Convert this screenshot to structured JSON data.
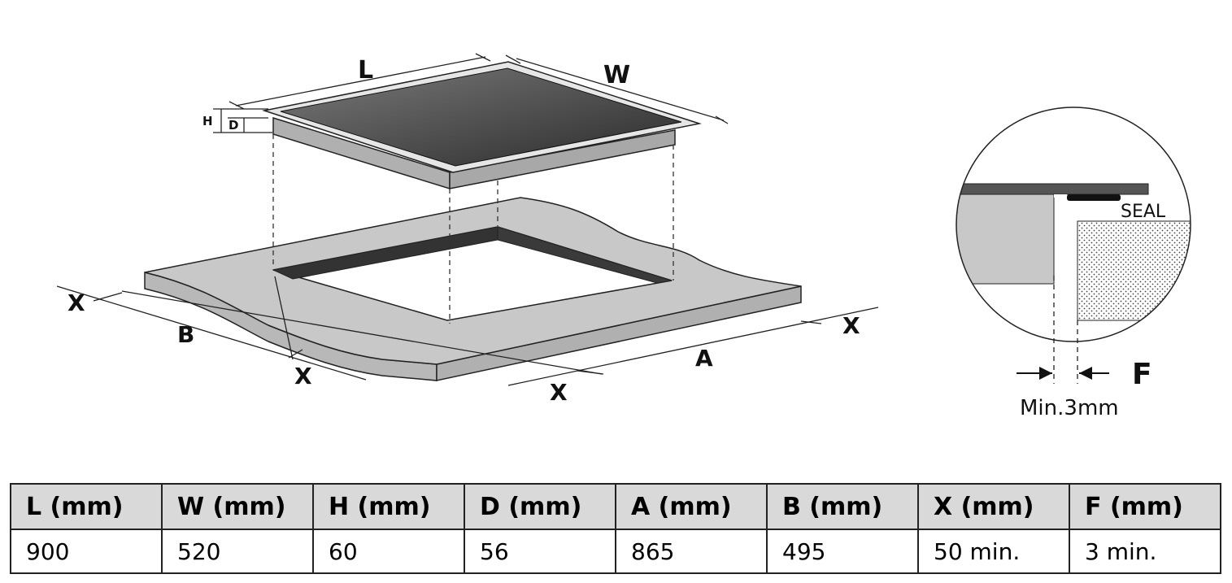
{
  "diagram": {
    "labels": {
      "L": "L",
      "W": "W",
      "H": "H",
      "D": "D",
      "A": "A",
      "B": "B",
      "X": "X",
      "F": "F",
      "seal": "SEAL",
      "min_gap": "Min.3mm"
    }
  },
  "table": {
    "headers": [
      "L (mm)",
      "W (mm)",
      "H (mm)",
      "D (mm)",
      "A (mm)",
      "B (mm)",
      "X (mm)",
      "F (mm)"
    ],
    "rows": [
      [
        "900",
        "520",
        "60",
        "56",
        "865",
        "495",
        "50 min.",
        "3 min."
      ]
    ]
  },
  "colors": {
    "glass_dark": "#2e2e2e",
    "glass_light": "#6e6e6e",
    "worktop": "#c8c8c8",
    "outline": "#222222"
  }
}
